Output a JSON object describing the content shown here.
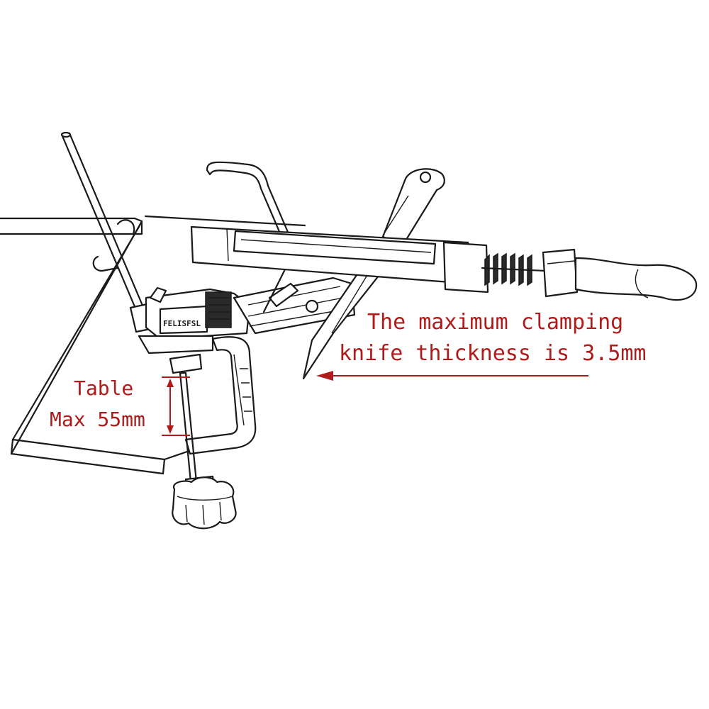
{
  "annotations": {
    "clamping_line_1": "The maximum clamping",
    "clamping_line_2": "knife thickness is 3.5mm",
    "table_line_1": "Table",
    "table_line_2": "Max 55mm"
  },
  "brand_mark": "FELISFSL",
  "colors": {
    "annotation": "#b01a1a",
    "line_art": "#1a1a1a",
    "background": "#ffffff"
  }
}
